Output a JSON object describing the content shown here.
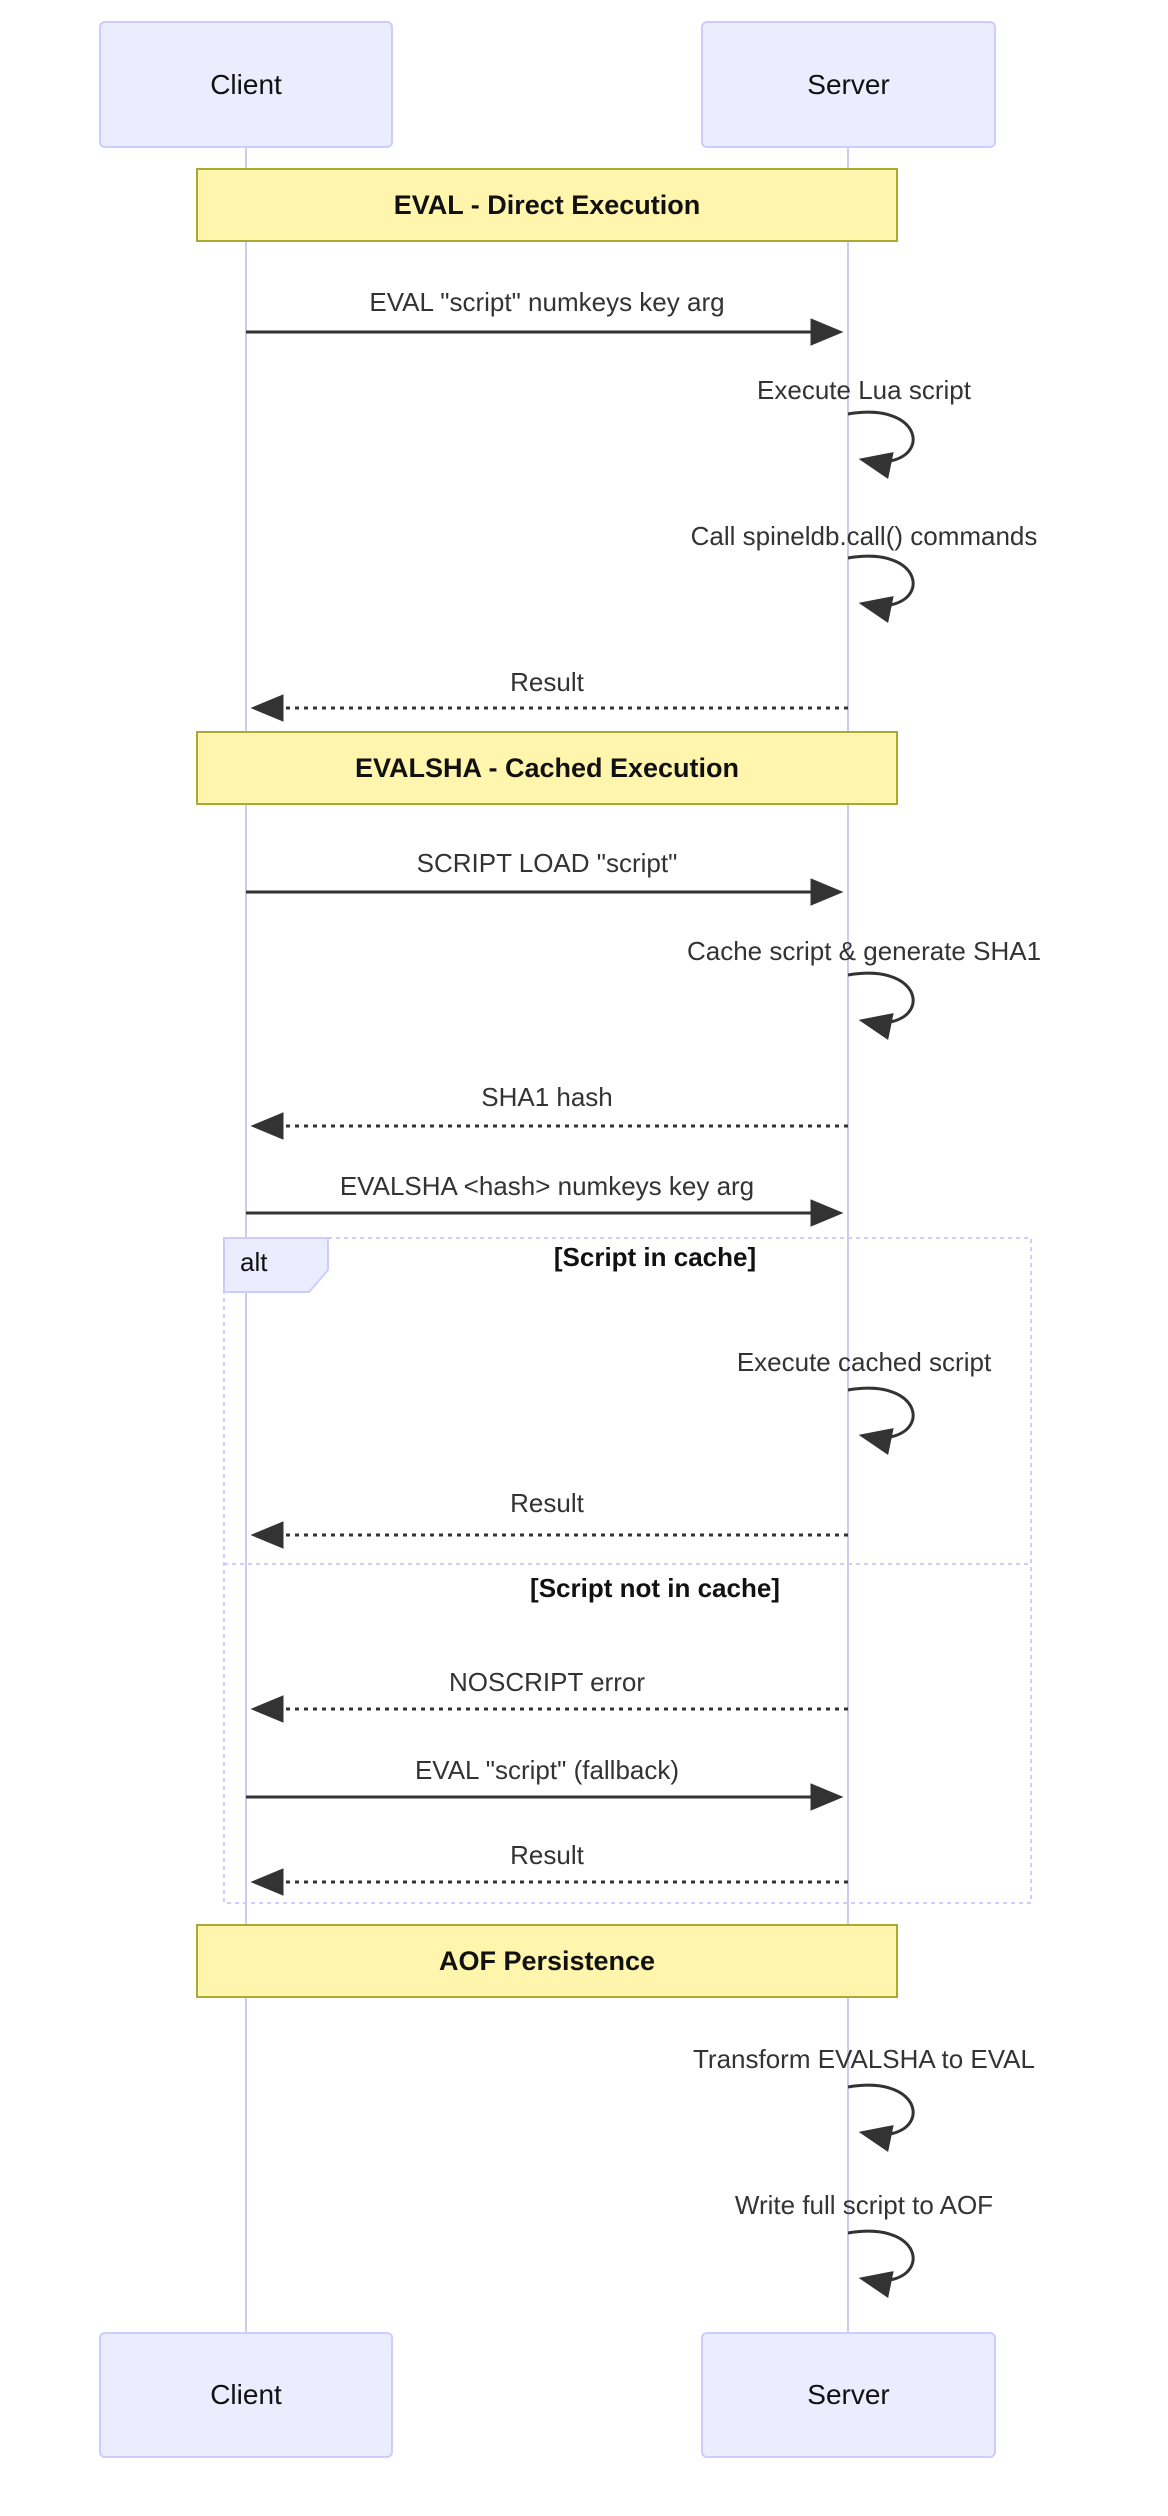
{
  "actors": [
    {
      "label": "Client"
    },
    {
      "label": "Server"
    }
  ],
  "sections": [
    {
      "title": "EVAL - Direct Execution"
    },
    {
      "title": "EVALSHA - Cached Execution"
    },
    {
      "title": "AOF Persistence"
    }
  ],
  "messages": [
    {
      "label": "EVAL \"script\" numkeys key arg",
      "type": "solid",
      "from": "Client",
      "to": "Server"
    },
    {
      "label": "Execute Lua script",
      "type": "self",
      "on": "Server"
    },
    {
      "label": "Call spineldb.call() commands",
      "type": "self",
      "on": "Server"
    },
    {
      "label": "Result",
      "type": "dashed",
      "from": "Server",
      "to": "Client"
    },
    {
      "label": "SCRIPT LOAD \"script\"",
      "type": "solid",
      "from": "Client",
      "to": "Server"
    },
    {
      "label": "Cache script & generate SHA1",
      "type": "self",
      "on": "Server"
    },
    {
      "label": "SHA1 hash",
      "type": "dashed",
      "from": "Server",
      "to": "Client"
    },
    {
      "label": "EVALSHA <hash> numkeys key arg",
      "type": "solid",
      "from": "Client",
      "to": "Server"
    },
    {
      "label": "Execute cached script",
      "type": "self",
      "on": "Server"
    },
    {
      "label": "Result",
      "type": "dashed",
      "from": "Server",
      "to": "Client"
    },
    {
      "label": "NOSCRIPT error",
      "type": "dashed",
      "from": "Server",
      "to": "Client"
    },
    {
      "label": "EVAL \"script\" (fallback)",
      "type": "solid",
      "from": "Client",
      "to": "Server"
    },
    {
      "label": "Result",
      "type": "dashed",
      "from": "Server",
      "to": "Client"
    },
    {
      "label": "Transform EVALSHA to EVAL",
      "type": "self",
      "on": "Server"
    },
    {
      "label": "Write full script to AOF",
      "type": "self",
      "on": "Server"
    }
  ],
  "alt_fragment": {
    "label": "alt",
    "guards": [
      "[Script in cache]",
      "[Script not in cache]"
    ]
  },
  "colors": {
    "actor_fill": "#ECECFF",
    "actor_border": "#CCCCFF",
    "band_fill": "#FFF5AD",
    "band_border": "#AAAA33",
    "arrow": "#333333",
    "lifeline": "#CFCCEB"
  }
}
